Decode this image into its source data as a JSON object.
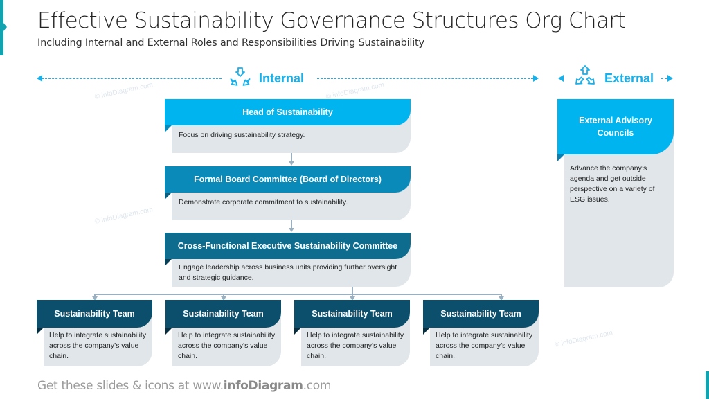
{
  "slide": {
    "title": "Effective Sustainability Governance Structures Org Chart",
    "subtitle": "Including Internal and External Roles and Responsibilities Driving Sustainability"
  },
  "sections": {
    "internal": {
      "label": "Internal",
      "icon": "arrows-inward-icon"
    },
    "external": {
      "label": "External",
      "icon": "arrows-outward-icon"
    }
  },
  "colors": {
    "light_blue": "#00b4ef",
    "mid_blue": "#0a8ab8",
    "dark_teal": "#0e6d8e",
    "darkest_teal": "#0b4f6c",
    "card_body": "#e1e6ea",
    "accent": "#12a3b0"
  },
  "internal_chart": {
    "head": {
      "title": "Head of Sustainability",
      "desc": "Focus on driving sustainability strategy."
    },
    "board": {
      "title": "Formal Board Committee (Board of Directors)",
      "desc": "Demonstrate corporate commitment to sustainability."
    },
    "committee": {
      "title": "Cross-Functional Executive Sustainability Committee",
      "desc": "Engage leadership across business units providing further oversight and strategic guidance."
    },
    "teams": [
      {
        "title": "Sustainability Team",
        "desc": "Help to integrate sustainability across the company’s value chain."
      },
      {
        "title": "Sustainability Team",
        "desc": "Help to integrate sustainability across the company’s value chain."
      },
      {
        "title": "Sustainability Team",
        "desc": "Help to integrate sustainability across the company’s value chain."
      },
      {
        "title": "Sustainability Team",
        "desc": "Help to integrate sustainability across the company’s value chain."
      }
    ]
  },
  "external_chart": {
    "council": {
      "title": "External Advisory Councils",
      "desc": "Advance the company’s agenda and get outside perspective on a variety of ESG issues."
    }
  },
  "watermark": "© infoDiagram.com",
  "footer": {
    "prefix": "Get these slides & icons at www.",
    "brand": "infoDiagram",
    "suffix": ".com"
  }
}
